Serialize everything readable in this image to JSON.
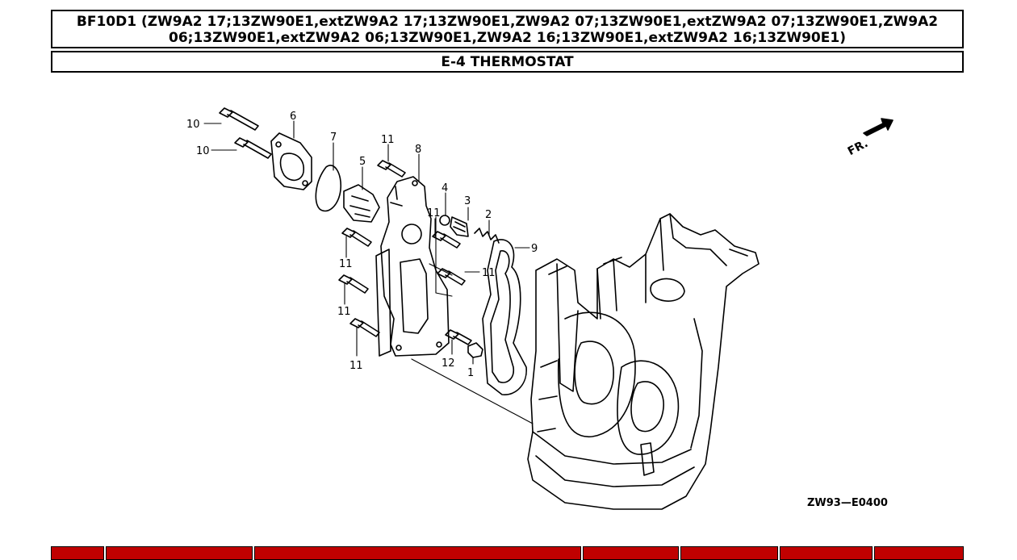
{
  "header": {
    "model_line": "BF10D1 (ZW9A2 17;13ZW90E1,extZW9A2 17;13ZW90E1,ZW9A2 07;13ZW90E1,extZW9A2 07;13ZW90E1,ZW9A2 06;13ZW90E1,extZW9A2 06;13ZW90E1,ZW9A2 16;13ZW90E1,extZW9A2 16;13ZW90E1)",
    "section_title": "E-4 THERMOSTAT"
  },
  "diagram": {
    "callouts": {
      "c10a": "10",
      "c10b": "10",
      "c6": "6",
      "c7": "7",
      "c5": "5",
      "c11a": "11",
      "c8": "8",
      "c4": "4",
      "c3": "3",
      "c2": "2",
      "c11b": "11",
      "c9": "9",
      "c11c": "11",
      "c11d": "11",
      "c11e": "11",
      "c11f": "11",
      "c12": "12",
      "c1": "1"
    },
    "front_mark": "FR.",
    "diagram_code": "ZW93—E0400"
  },
  "colors": {
    "footer_bar": "#c00000",
    "line": "#000000"
  }
}
